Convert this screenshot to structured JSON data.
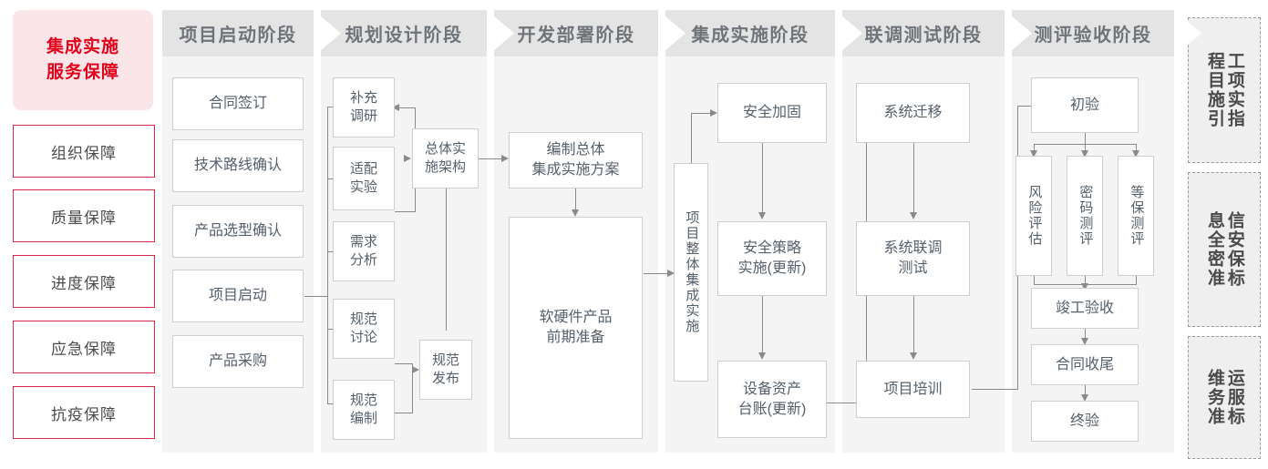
{
  "guarantee": {
    "title": "集成实施\n服务保障",
    "title_line1": "集成实施",
    "title_line2": "服务保障",
    "items": [
      {
        "label": "组织保障"
      },
      {
        "label": "质量保障"
      },
      {
        "label": "进度保障"
      },
      {
        "label": "应急保障"
      },
      {
        "label": "抗疫保障"
      }
    ],
    "accent_color": "#E2001A",
    "panel_bg": "#FAE5E9",
    "border_color": "#D9294A"
  },
  "phases": [
    {
      "id": "phase-start",
      "title": "项目启动阶段",
      "nodes": [
        {
          "id": "contract-sign",
          "label": "合同签订"
        },
        {
          "id": "tech-route",
          "label": "技术路线确认"
        },
        {
          "id": "product-select",
          "label": "产品选型确认"
        },
        {
          "id": "project-start",
          "label": "项目启动"
        },
        {
          "id": "product-purchase",
          "label": "产品采购"
        }
      ]
    },
    {
      "id": "phase-plan",
      "title": "规划设计阶段",
      "nodes": [
        {
          "id": "supplement-survey",
          "label": "补充\n调研"
        },
        {
          "id": "adapt-test",
          "label": "适配\n实验"
        },
        {
          "id": "demand-analysis",
          "label": "需求\n分析"
        },
        {
          "id": "spec-discuss",
          "label": "规范\n讨论"
        },
        {
          "id": "spec-compile",
          "label": "规范\n编制"
        },
        {
          "id": "overall-arch",
          "label": "总体实\n施架构"
        },
        {
          "id": "spec-release",
          "label": "规范\n发布"
        }
      ]
    },
    {
      "id": "phase-deploy",
      "title": "开发部署阶段",
      "nodes": [
        {
          "id": "compile-plan",
          "label": "编制总体\n集成实施方案"
        },
        {
          "id": "hw-sw-prep",
          "label": "软硬件产品\n前期准备"
        }
      ]
    },
    {
      "id": "phase-integrate",
      "title": "集成实施阶段",
      "nodes": [
        {
          "id": "overall-integration",
          "label": "项目整体集成实施"
        },
        {
          "id": "security-harden",
          "label": "安全加固"
        },
        {
          "id": "security-policy",
          "label": "安全策略\n实施(更新)"
        },
        {
          "id": "asset-ledger",
          "label": "设备资产\n台账(更新)"
        }
      ]
    },
    {
      "id": "phase-joint-test",
      "title": "联调测试阶段",
      "nodes": [
        {
          "id": "system-migrate",
          "label": "系统迁移"
        },
        {
          "id": "system-joint-test",
          "label": "系统联调\n测试"
        },
        {
          "id": "project-training",
          "label": "项目培训"
        }
      ]
    },
    {
      "id": "phase-acceptance",
      "title": "测评验收阶段",
      "nodes": [
        {
          "id": "first-acceptance",
          "label": "初验"
        },
        {
          "id": "risk-assessment",
          "label": "风险评估"
        },
        {
          "id": "crypto-evaluation",
          "label": "密码测评"
        },
        {
          "id": "grade-evaluation",
          "label": "等保测评"
        },
        {
          "id": "completion-acceptance",
          "label": "竣工验收"
        },
        {
          "id": "contract-closing",
          "label": "合同收尾"
        },
        {
          "id": "final-acceptance",
          "label": "终验"
        }
      ]
    }
  ],
  "standards": [
    {
      "id": "std-guide",
      "label": "工程项目实施指引",
      "col_right": "程目施引",
      "col_left": "工项实指"
    },
    {
      "id": "std-security",
      "label": "信息安全保密标准",
      "col_right": "息全密准",
      "col_left": "信安保标"
    },
    {
      "id": "std-ops",
      "label": "运维服务标准",
      "col_right": "维务准",
      "col_left": "运服标"
    }
  ],
  "colors": {
    "header_bar": "#E4E4E4",
    "panel_bg": "#F4F4F4",
    "node_border": "#CFCFCF",
    "node_text": "#55606B",
    "line": "#8A8A8A",
    "phase_title": "#6E7479"
  }
}
